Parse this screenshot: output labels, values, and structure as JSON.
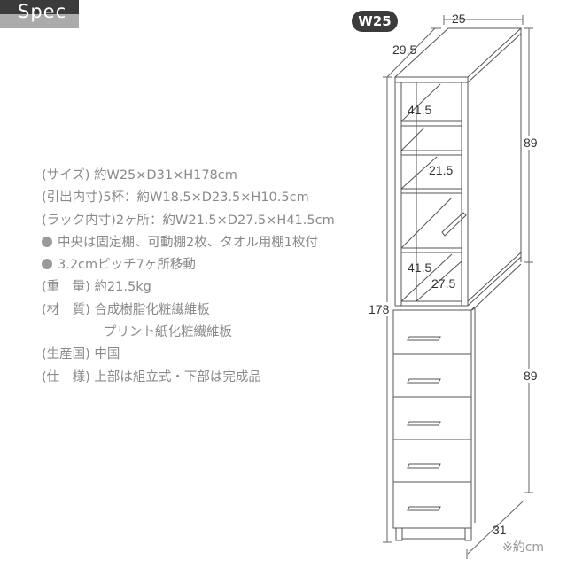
{
  "header": {
    "section_label": "Spec"
  },
  "badge": {
    "label": "W25"
  },
  "specs": [
    {
      "text": "(サイズ) 約W25×D31×H178cm"
    },
    {
      "text": "(引出内寸)5杯：約W18.5×D23.5×H10.5cm"
    },
    {
      "text": "(ラック内寸)2ヶ所：約W21.5×D27.5×H41.5cm"
    },
    {
      "bullet": true,
      "text": "中央は固定棚、可動棚2枚、タオル用棚1枚付"
    },
    {
      "bullet": true,
      "text": "3.2cmピッチ7ヶ所移動"
    },
    {
      "text": "(重　量) 約21.5kg"
    },
    {
      "text": "(材　質) 合成樹脂化粧繊維板"
    },
    {
      "indent": true,
      "text": "プリント紙化粧繊維板"
    },
    {
      "text": "(生産国) 中国"
    },
    {
      "text": "(仕　様) 上部は組立式・下部は完成品"
    }
  ],
  "dimensions": {
    "width_top": "25",
    "depth_top": "29.5",
    "rack_height_upper": "41.5",
    "rack_width": "21.5",
    "rack_height_lower": "41.5",
    "rack_depth": "27.5",
    "total_height": "178",
    "upper_height": "89",
    "lower_height": "89",
    "depth_bottom": "31"
  },
  "footnote": "※約cm",
  "colors": {
    "dark": "#3b3b3b",
    "light_band": "#ababab",
    "text_grey": "#8a8a8a"
  }
}
